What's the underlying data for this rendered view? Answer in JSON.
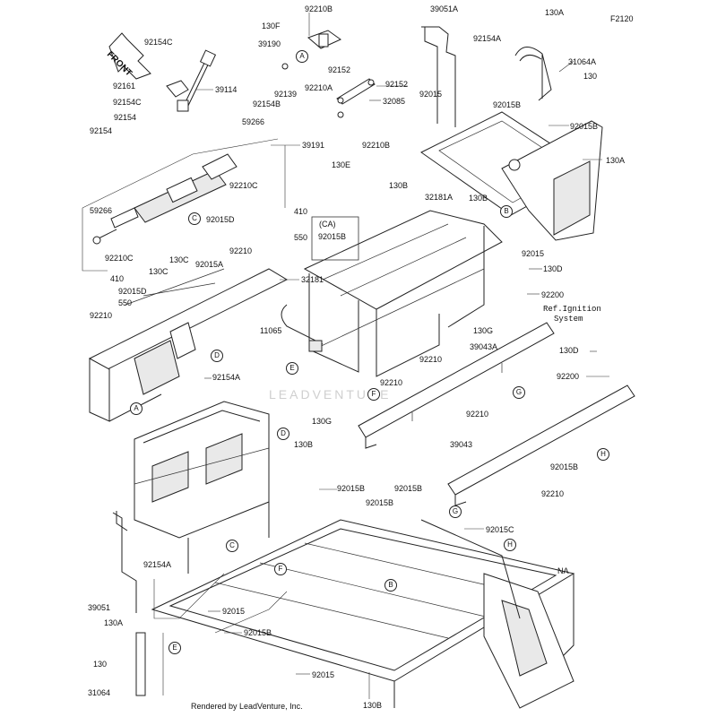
{
  "diagram": {
    "code": "F2120",
    "footer": "Rendered by LeadVenture, Inc.",
    "watermark": "LEADVENTURE",
    "front_label": "FRONT",
    "ca_label": "(CA)",
    "ref_note_line1": "Ref.Ignition",
    "ref_note_line2": "System",
    "na_label": "NA"
  },
  "labels": {
    "l92210B_top": "92210B",
    "l39051A": "39051A",
    "l130A_top": "130A",
    "l130F": "130F",
    "l39190": "39190",
    "l92154A_top": "92154A",
    "l92154C_1": "92154C",
    "l31064A": "31064A",
    "l130_top": "130",
    "l92152_a": "92152",
    "l92152_b": "92152",
    "l92161": "92161",
    "l39114": "39114",
    "l92139": "92139",
    "l92210A": "92210A",
    "l92154B": "92154B",
    "l92154C_2": "92154C",
    "l32085": "32085",
    "l92015_a": "92015",
    "l92015B_a": "92015B",
    "l92154_a": "92154",
    "l92154_b": "92154",
    "l59266_a": "59266",
    "l39191": "39191",
    "l92210B_b": "92210B",
    "l130E": "130E",
    "l92015B_b": "92015B",
    "l130A_r": "130A",
    "l92210C_a": "92210C",
    "l130B_a": "130B",
    "l32181A": "32181A",
    "l130B_b": "130B",
    "l92015D_a": "92015D",
    "l410_a": "410",
    "l59266_b": "59266",
    "l550_a": "550",
    "l92015B_ca": "92015B",
    "l92210C_b": "92210C",
    "l92015A": "92015A",
    "l92210_a": "92210",
    "l92015_b": "92015",
    "l130C_a": "130C",
    "l130C_b": "130C",
    "l32181": "32181",
    "l130D_a": "130D",
    "l410_b": "410",
    "l92015D_b": "92015D",
    "l92200_a": "92200",
    "l550_b": "550",
    "l92210_b": "92210",
    "l130G_a": "130G",
    "l11065": "11065",
    "l92210_c": "92210",
    "l39043A": "39043A",
    "l130D_b": "130D",
    "l92210_d": "92210",
    "l92200_b": "92200",
    "l92154A_m": "92154A",
    "l130G_b": "130G",
    "l92210_e": "92210",
    "l39043": "39043",
    "l130B_c": "130B",
    "l92015B_c": "92015B",
    "l92015B_d": "92015B",
    "l92015B_e": "92015B",
    "l92210_f": "92210",
    "l92015B_f": "92015B",
    "l92015C": "92015C",
    "l92154A_b": "92154A",
    "l39051": "39051",
    "l92015_c": "92015",
    "l130A_b": "130A",
    "l92015B_g": "92015B",
    "l130_b": "130",
    "l92015_d": "92015",
    "l31064": "31064",
    "l130B_d": "130B"
  },
  "callouts": {
    "A1": "A",
    "A2": "A",
    "B1": "B",
    "B2": "B",
    "C1": "C",
    "C2": "C",
    "D1": "D",
    "D2": "D",
    "E1": "E",
    "E2": "E",
    "F1": "F",
    "F2": "F",
    "G1": "G",
    "G2": "G",
    "H1": "H",
    "H2": "H"
  }
}
